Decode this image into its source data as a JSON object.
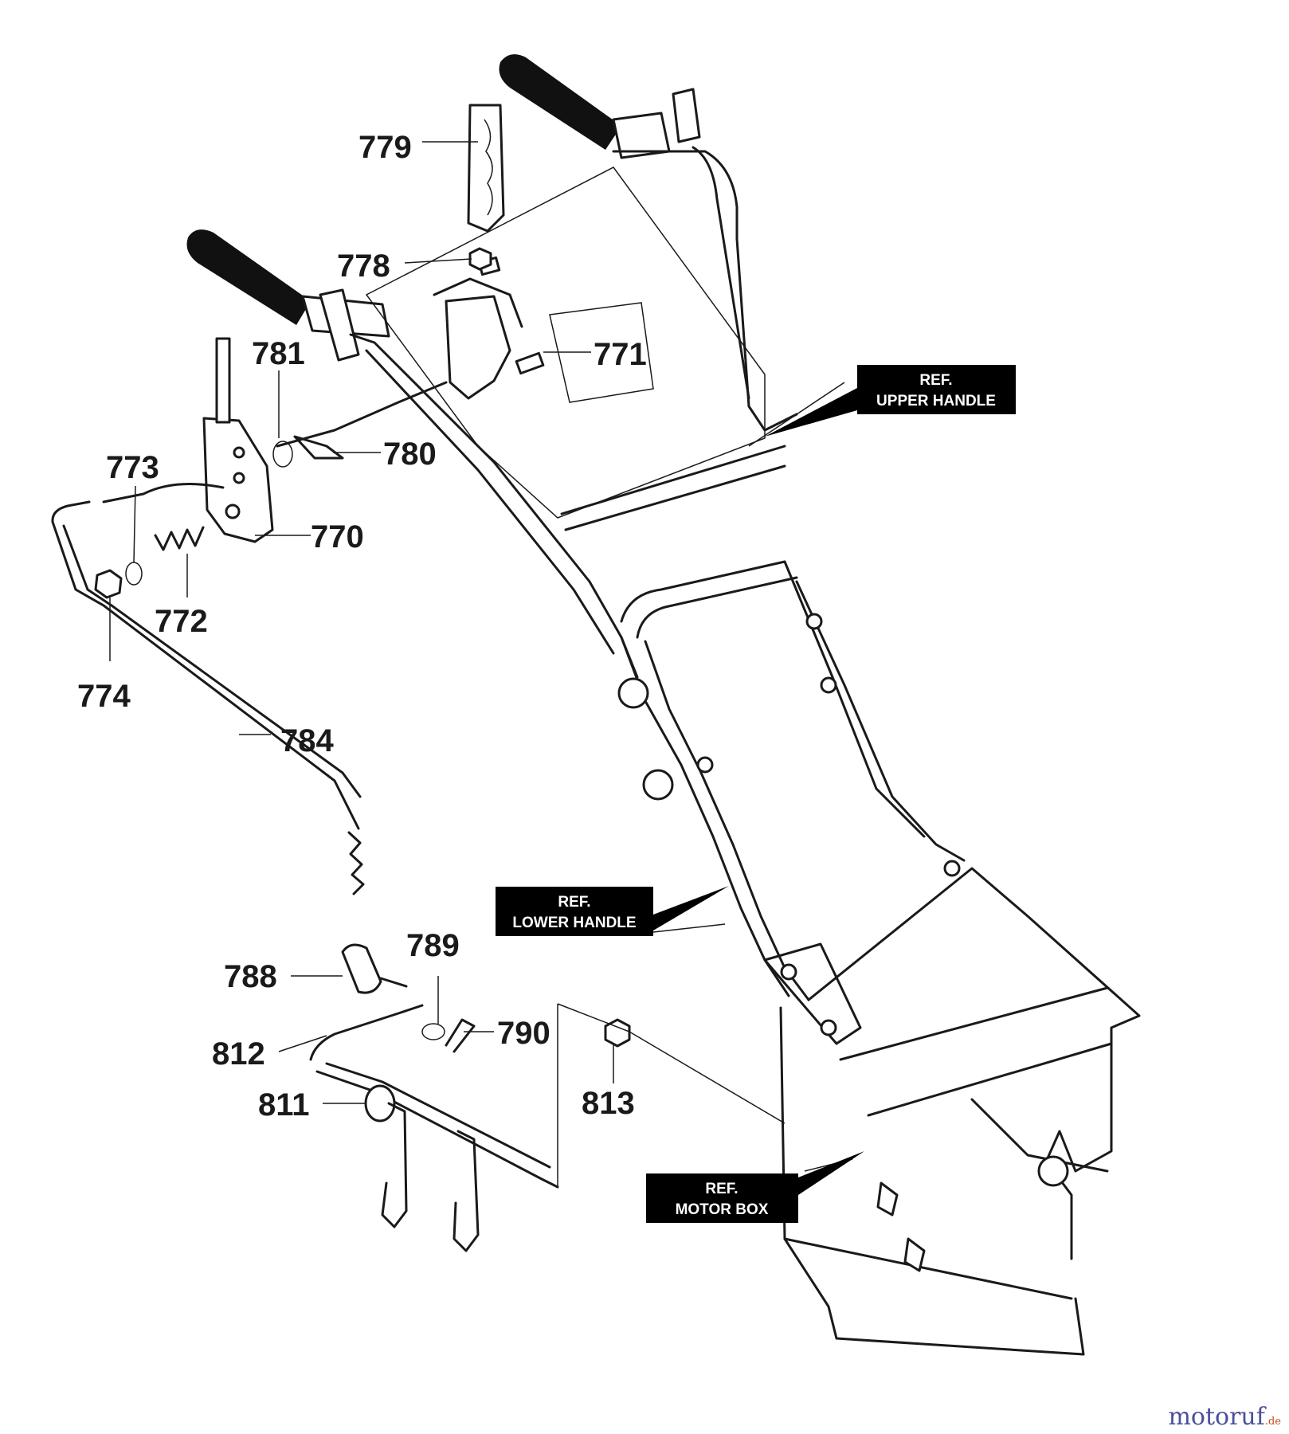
{
  "part_labels": [
    "779",
    "778",
    "771",
    "781",
    "780",
    "773",
    "770",
    "772",
    "774",
    "784",
    "788",
    "789",
    "790",
    "812",
    "811",
    "813"
  ],
  "ref_labels": [
    {
      "line1": "REF.",
      "line2": "UPPER HANDLE"
    },
    {
      "line1": "REF.",
      "line2": "LOWER HANDLE"
    },
    {
      "line1": "REF.",
      "line2": "MOTOR BOX"
    }
  ],
  "watermark": {
    "main": "motoruf",
    "suffix": ".de"
  }
}
